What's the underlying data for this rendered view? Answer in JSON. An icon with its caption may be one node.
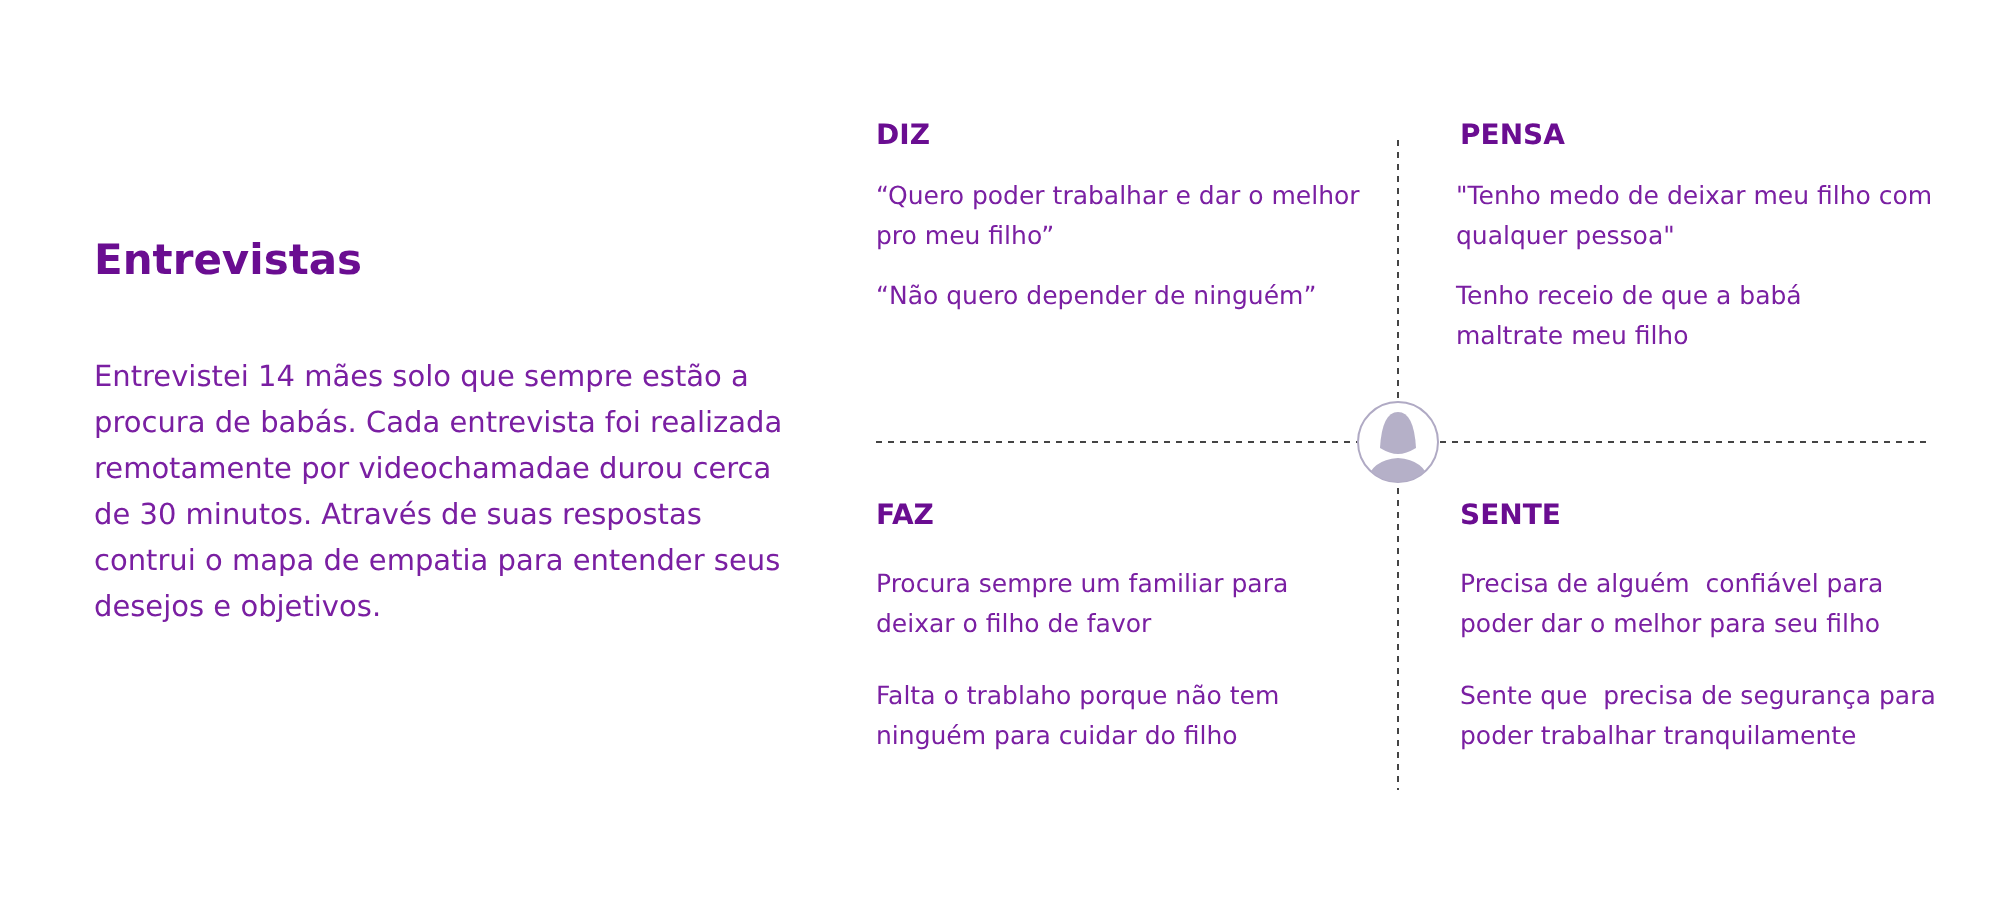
{
  "diagram": {
    "title": "Entrevistas",
    "labels": [
      "Entrevistei 14 mães solo que sempre estão a procura de babás. Cada entrevista foi realizada remotamente por videochamadae durou cerca de 30 minutos. Através de suas respostas contrui o mapa de empatia para entender seus desejos e objetivos.",
      "DIZ",
      "“Quero poder trabalhar e dar o melhor pro meu filho”",
      "“Não quero depender de ninguém”",
      "PENSA",
      "\"Tenho medo de deixar meu filho com qualquer pessoa\"",
      "Tenho receio de que a babá maltrate meu filho",
      "FAZ",
      "Procura sempre um familiar para deixar o filho de favor",
      "Falta o trablaho porque não tem ninguém para cuidar do filho",
      "SENTE",
      "Precisa de alguém  confiável para poder dar o melhor para seu filho",
      "Sente que  precisa de segurança para poder trabalhar tranquilamente"
    ]
  }
}
